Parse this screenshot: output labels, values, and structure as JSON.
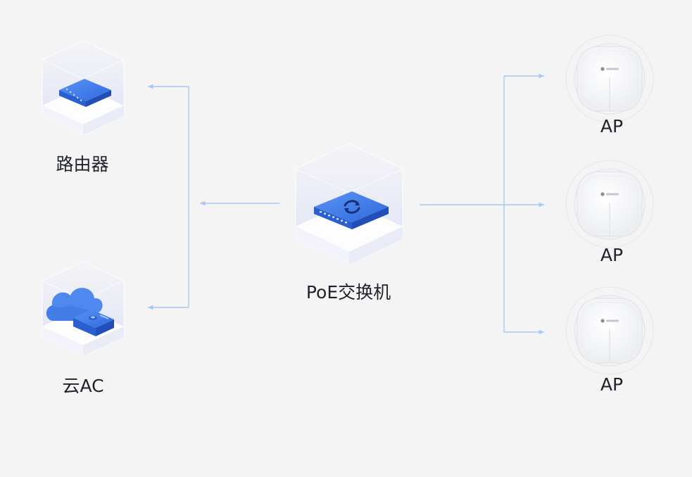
{
  "nodes": {
    "router": {
      "label": "路由器",
      "device": "router-icon"
    },
    "cloud_ac": {
      "label": "云AC",
      "device": "cloud-ac-icon"
    },
    "poe_switch": {
      "label": "PoE交换机",
      "device": "poe-switch-icon"
    },
    "ap_1": {
      "label": "AP",
      "device": "access-point-icon"
    },
    "ap_2": {
      "label": "AP",
      "device": "access-point-icon"
    },
    "ap_3": {
      "label": "AP",
      "device": "access-point-icon"
    }
  },
  "edges": [
    {
      "from": "poe_switch",
      "to": "router"
    },
    {
      "from": "poe_switch",
      "to": "cloud_ac"
    },
    {
      "from": "poe_switch",
      "to": "ap_1"
    },
    {
      "from": "poe_switch",
      "to": "ap_2"
    },
    {
      "from": "poe_switch",
      "to": "ap_3"
    }
  ],
  "colors": {
    "background": "#f4f4f5",
    "connector": "#a9c8f3",
    "device_blue": "#3b78e7",
    "label_text": "#1f2329"
  }
}
